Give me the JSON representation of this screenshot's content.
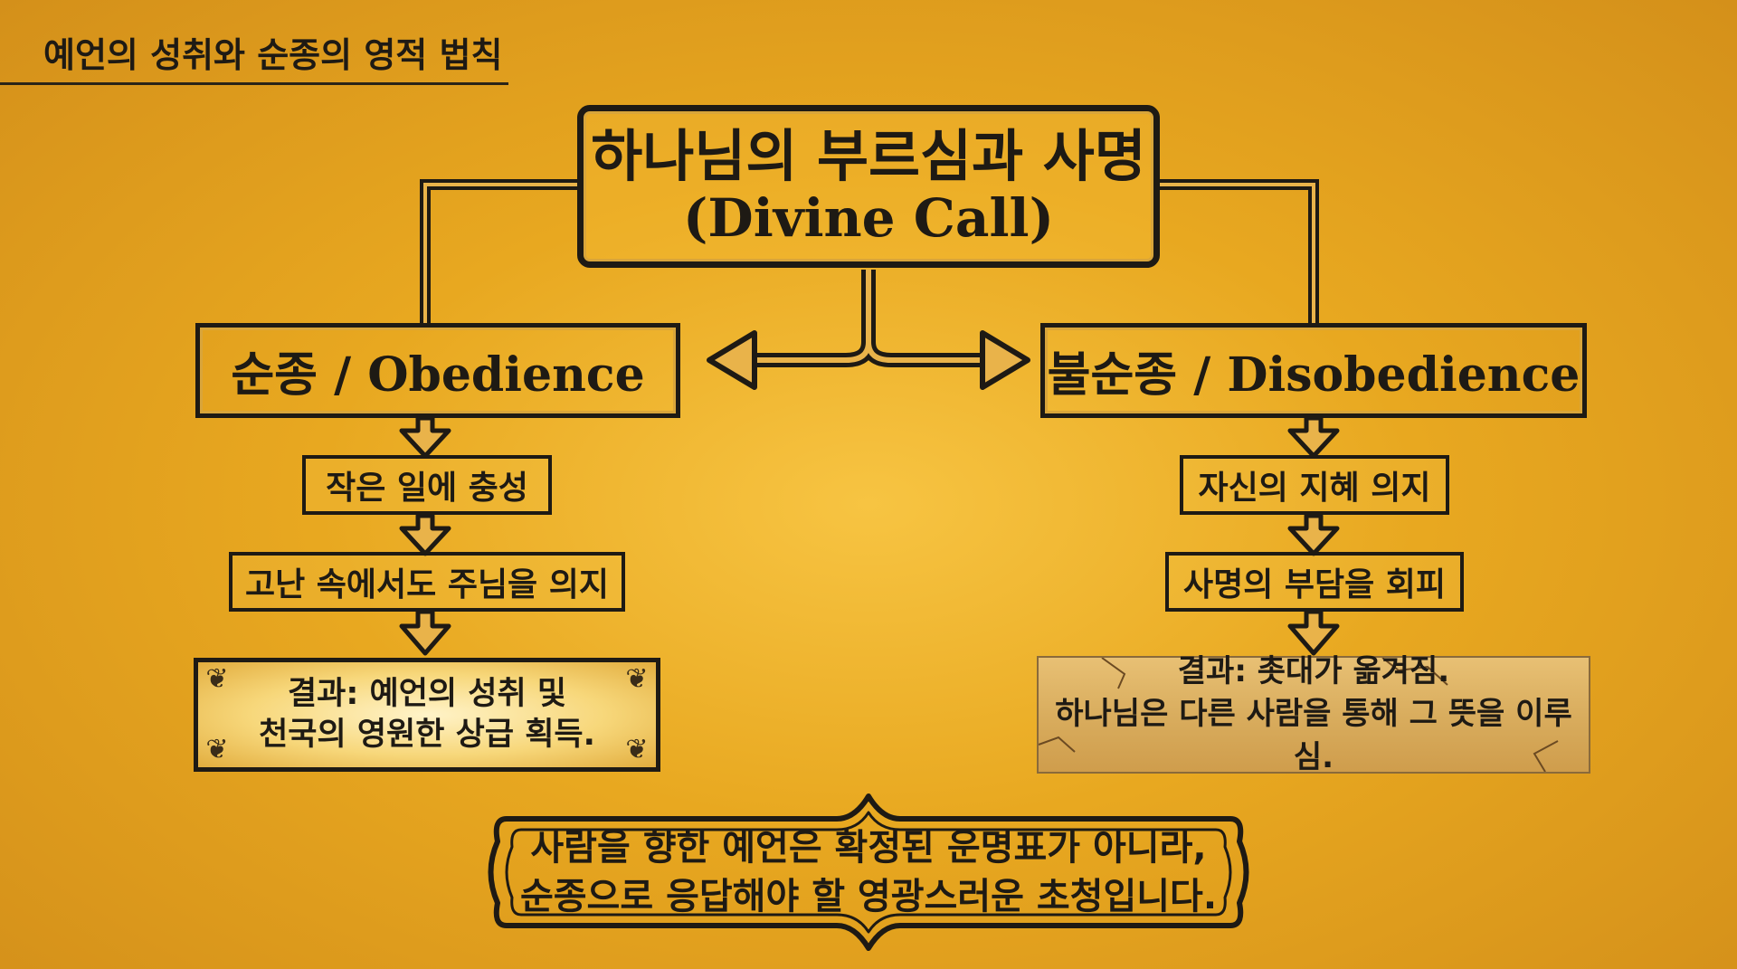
{
  "page_title": "예언의 성취와 순종의 영적 법칙",
  "main": {
    "line1": "하나님의 부르심과 사명",
    "line2": "(Divine Call)"
  },
  "left": {
    "branch_label": "순종 / Obedience",
    "steps": [
      "작은 일에 충성",
      "고난 속에서도 주님을 의지"
    ],
    "result_line1": "결과: 예언의 성취 및",
    "result_line2": "천국의 영원한 상급 획득."
  },
  "right": {
    "branch_label": "불순종 / Disobedience",
    "steps": [
      "자신의 지혜 의지",
      "사명의 부담을 회피"
    ],
    "result_line1": "결과: 촛대가 옮겨짐.",
    "result_line2": "하나님은 다른 사람을 통해 그 뜻을 이루심."
  },
  "bottom_note": {
    "line1": "사람을 향한 예언은 확정된 운명표가 아니라,",
    "line2": "순종으로 응답해야 할 영광스러운 초청입니다."
  },
  "colors": {
    "background": "#e8a820",
    "ink": "#1e1a14",
    "highlight": "#f7d77a"
  }
}
